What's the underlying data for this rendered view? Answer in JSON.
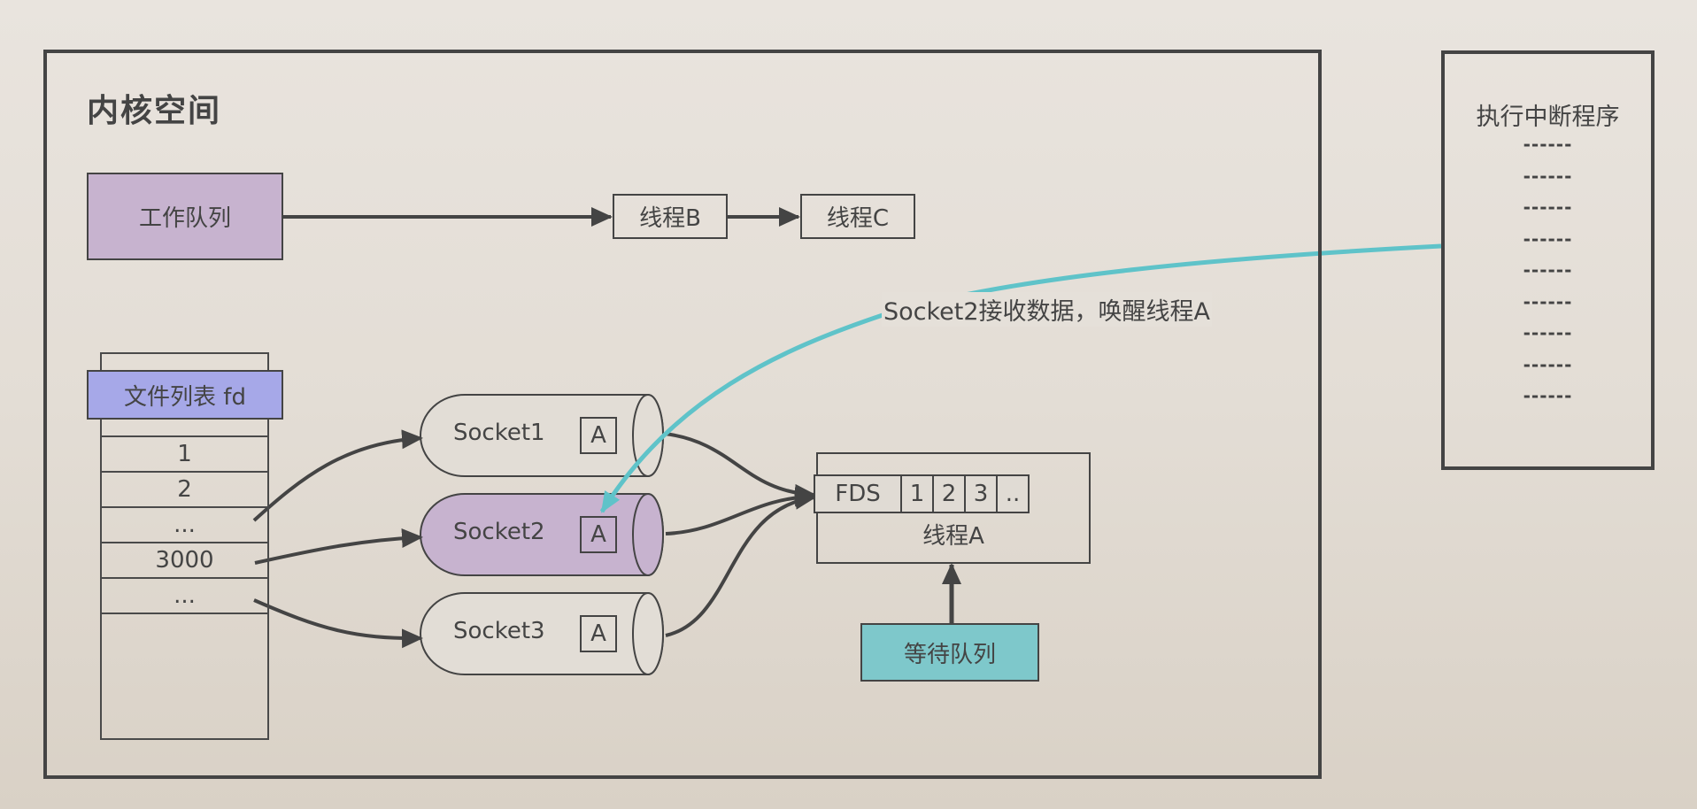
{
  "title": "内核空间",
  "work_queue": {
    "label": "工作队列",
    "threads": [
      "线程B",
      "线程C"
    ]
  },
  "wake_annotation": "Socket2接收数据，唤醒线程A",
  "fd_table": {
    "header": "文件列表 fd",
    "rows": [
      "1",
      "2",
      "...",
      "3000",
      "..."
    ]
  },
  "sockets": [
    {
      "label": "Socket1",
      "tag": "A",
      "highlighted": false
    },
    {
      "label": "Socket2",
      "tag": "A",
      "highlighted": true
    },
    {
      "label": "Socket3",
      "tag": "A",
      "highlighted": false
    }
  ],
  "thread_a": {
    "label": "线程A",
    "fds_label": "FDS",
    "fds": [
      "1",
      "2",
      "3",
      ".."
    ]
  },
  "wait_queue": {
    "label": "等待队列"
  },
  "interrupt": {
    "title": "执行中断程序",
    "lines": [
      "------",
      "------",
      "------",
      "------",
      "------",
      "------",
      "------",
      "------",
      "------"
    ]
  },
  "colors": {
    "work_queue_fill": "#c7b3cf",
    "socket_highlight_fill": "#c7b3cf",
    "fd_header_fill": "#a6a8e8",
    "wait_queue_fill": "#7ec8cb",
    "wake_arrow": "#5fc3c9",
    "stroke": "#444444"
  }
}
